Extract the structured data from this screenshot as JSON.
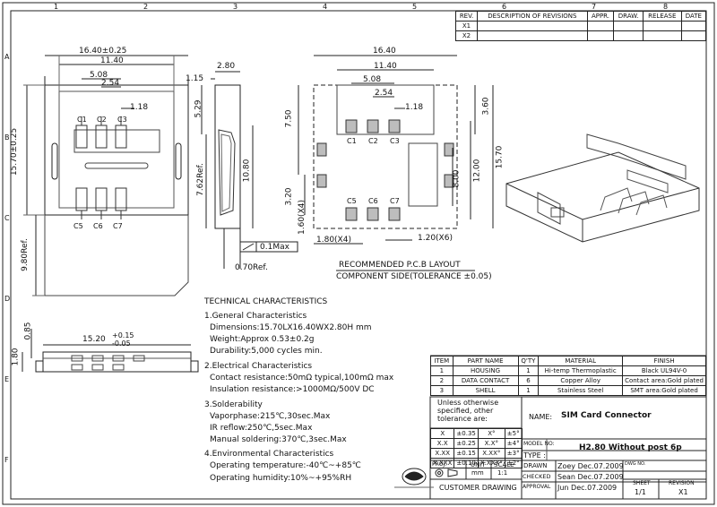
{
  "revisions": {
    "headers": [
      "REV.",
      "DESCRIPTION OF REVISIONS",
      "APPR.",
      "DRAW.",
      "RELEASE",
      "DATE"
    ],
    "rows": [
      "X1",
      "X2"
    ]
  },
  "grid": {
    "cols": [
      "1",
      "2",
      "3",
      "4",
      "5",
      "6",
      "7",
      "8"
    ],
    "rows": [
      "A",
      "B",
      "C",
      "D",
      "E",
      "F"
    ]
  },
  "front_view": {
    "dim_width": "16.40±0.25",
    "dim_1140": "11.40",
    "dim_508": "5.08",
    "dim_254": "2.54",
    "dim_118": "1.18",
    "dim_height": "15.70±0.25",
    "dim_ref": "9.80Ref.",
    "contacts_top": [
      "C1",
      "C2",
      "C3"
    ],
    "contacts_bottom": [
      "C5",
      "C6",
      "C7"
    ]
  },
  "side_view": {
    "dim_280": "2.80",
    "dim_115": "1.15",
    "dim_529": "5.29",
    "dim_762": "7.62Ref.",
    "dim_1080": "10.80",
    "flatness": "0.1Max",
    "dim_070": "0.70Ref."
  },
  "pcb_layout": {
    "dim_1640": "16.40",
    "dim_1140": "11.40",
    "dim_508": "5.08",
    "dim_254": "2.54",
    "dim_118": "1.18",
    "dim_750": "7.50",
    "dim_360": "3.60",
    "dim_1570": "15.70",
    "dim_1200": "12.00",
    "dim_800": "8.00",
    "dim_320": "3.20",
    "dim_160": "1.60(X4)",
    "dim_180": "1.80(X4)",
    "dim_120": "1.20(X6)",
    "pads_top": [
      "C1",
      "C2",
      "C3"
    ],
    "pads_bottom": [
      "C5",
      "C6",
      "C7"
    ],
    "caption_1": "RECOMMENDED P.C.B LAYOUT",
    "caption_2": "COMPONENT SIDE(TOLERANCE ±0.05)"
  },
  "bottom_view": {
    "dim_1520": "15.20",
    "tol_plus": "+0.15",
    "tol_minus": "-0.05",
    "dim_180": "1.80",
    "dim_085": "0.85"
  },
  "tech": {
    "title": "TECHNICAL CHARACTERISTICS",
    "general": "1.General Characteristics",
    "dimensions": "Dimensions:15.70LX16.40WX2.80H  mm",
    "weight": "Weight:Approx 0.53±0.2g",
    "durability": "Durability:5,000 cycles min.",
    "electrical": "2.Electrical Characteristics",
    "contact_res": "Contact resistance:50mΩ typical,100mΩ max",
    "insulation": "Insulation resistance:>1000MΩ/500V DC",
    "solder": "3.Solderability",
    "vapor": "Vaporphase:215℃,30sec.Max",
    "ir": "IR reflow:250℃,5sec.Max",
    "manual": "Manual soldering:370℃,3sec.Max",
    "env": "4.Environmental Characteristics",
    "op_temp": "Operating temperature:-40℃~+85℃",
    "op_hum": "Operating humidity:10%~+95%RH"
  },
  "bom": {
    "headers": [
      "ITEM",
      "PART NAME",
      "Q'TY",
      "MATERIAL",
      "FINISH"
    ],
    "rows": [
      [
        "1",
        "HOUSING",
        "1",
        "Hi-temp Thermoplastic",
        "Black UL94V-0"
      ],
      [
        "2",
        "DATA CONTACT",
        "6",
        "Copper Alloy",
        "Contact area:Gold plated"
      ],
      [
        "3",
        "SHELL",
        "1",
        "Stainless Steel",
        "SMT area:Gold plated"
      ]
    ]
  },
  "title_block": {
    "tol_note_1": "Unless otherwise",
    "tol_note_2": "specified, other",
    "tol_note_3": "tolerance are:",
    "tol_rows": [
      [
        "X",
        "±0.35",
        "X°",
        "±5°"
      ],
      [
        "X.X",
        "±0.25",
        "X.X°",
        "±4°"
      ],
      [
        "X.XX",
        "±0.15",
        "X.XX°",
        "±3°"
      ],
      [
        "X.XXX",
        "±0.10",
        "X.XXX°",
        "±2°"
      ]
    ],
    "name_label": "NAME:",
    "name_value": "SIM Card Connector",
    "model_label": "MODEL NO:",
    "model_value": "H2.80 Without post 6p",
    "type_label": "TYPE :",
    "proj_label": "PROJ.",
    "unit_label": "UNIT",
    "unit_value": "mm",
    "scale_label": "SCALE",
    "scale_value": "1:1",
    "customer_drawing": "CUSTOMER DRAWING",
    "drawn_label": "DRAWN",
    "drawn_value": "Zoey Dec.07.2009",
    "checked_label": "CHECKED",
    "checked_value": "Sean  Dec.07.2009",
    "approval_label": "APPROVAL",
    "approval_value": "Jun  Dec.07.2009",
    "dwg_label": "DWG NO.",
    "sheet_label": "SHEET",
    "sheet_value": "1/1",
    "revision_label": "REVISION",
    "revision_value": "X1"
  }
}
